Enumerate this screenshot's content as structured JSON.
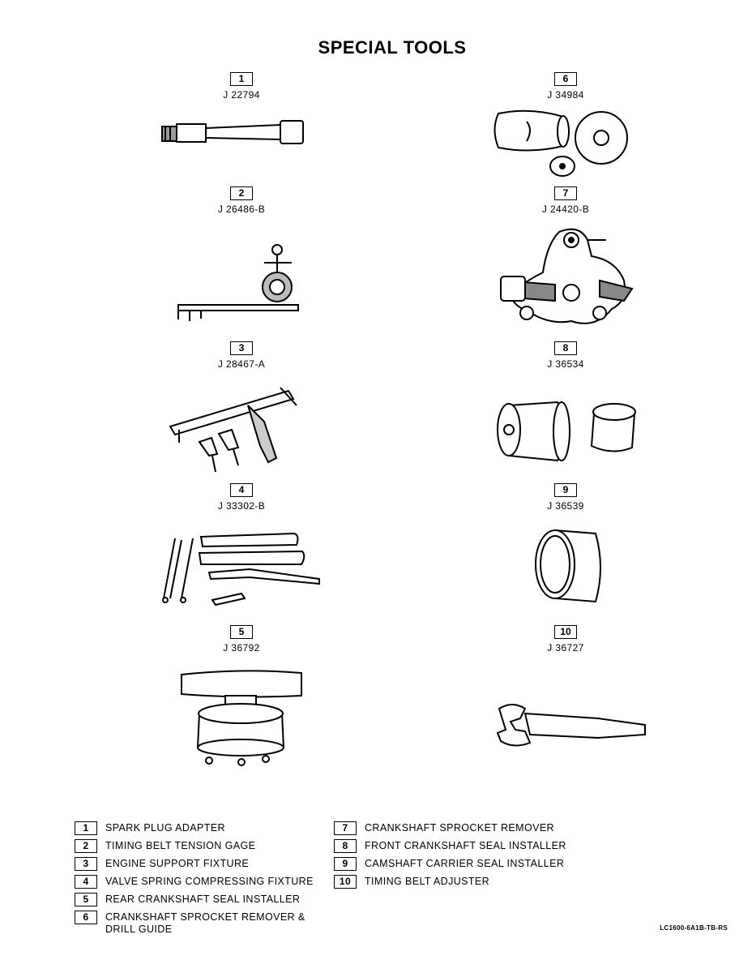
{
  "title": "SPECIAL TOOLS",
  "tools": [
    {
      "num": "1",
      "code": "J 22794"
    },
    {
      "num": "6",
      "code": "J 34984"
    },
    {
      "num": "2",
      "code": "J 26486-B"
    },
    {
      "num": "7",
      "code": "J 24420-B"
    },
    {
      "num": "3",
      "code": "J 28467-A"
    },
    {
      "num": "8",
      "code": "J 36534"
    },
    {
      "num": "4",
      "code": "J 33302-B"
    },
    {
      "num": "9",
      "code": "J 36539"
    },
    {
      "num": "5",
      "code": "J 36792"
    },
    {
      "num": "10",
      "code": "J 36727"
    }
  ],
  "legend": [
    {
      "num": "1",
      "text": "SPARK PLUG ADAPTER"
    },
    {
      "num": "2",
      "text": "TIMING BELT TENSION GAGE"
    },
    {
      "num": "3",
      "text": "ENGINE SUPPORT FIXTURE"
    },
    {
      "num": "4",
      "text": "VALVE SPRING COMPRESSING FIXTURE"
    },
    {
      "num": "5",
      "text": "REAR CRANKSHAFT SEAL INSTALLER"
    },
    {
      "num": "6",
      "text": "CRANKSHAFT SPROCKET REMOVER &"
    },
    {
      "num": "6b",
      "text": "DRILL GUIDE"
    },
    {
      "num": "7",
      "text": "CRANKSHAFT SPROCKET REMOVER"
    },
    {
      "num": "8",
      "text": "FRONT CRANKSHAFT SEAL INSTALLER"
    },
    {
      "num": "9",
      "text": "CAMSHAFT CARRIER SEAL INSTALLER"
    },
    {
      "num": "10",
      "text": "TIMING BELT ADJUSTER"
    }
  ],
  "footer": "LC1600-6A1B-TB-RS"
}
